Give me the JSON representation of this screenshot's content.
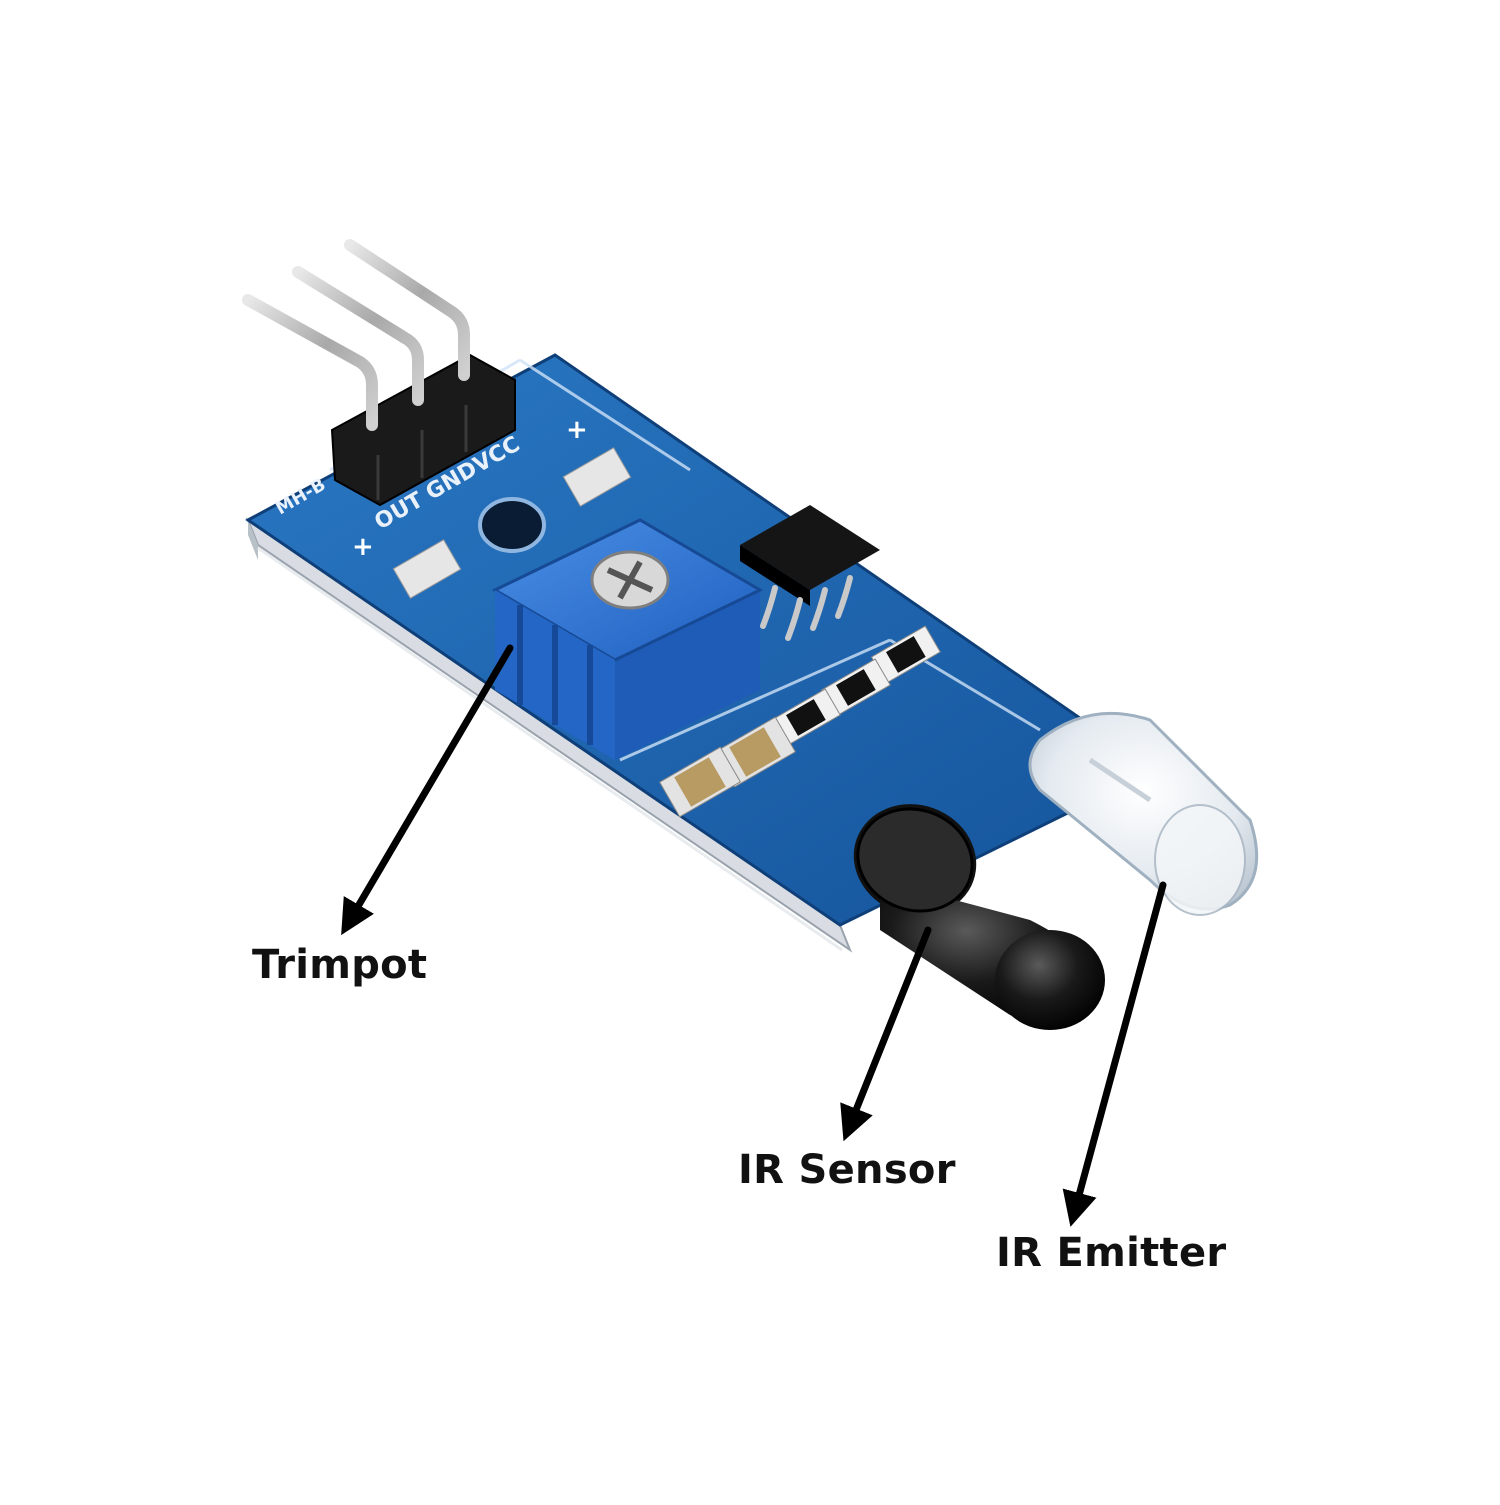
{
  "diagram": {
    "board_silkscreen": {
      "pins": "OUT GNDVCC",
      "model": "MH-B",
      "plus_left": "+",
      "plus_right": "+"
    },
    "callouts": [
      {
        "id": "trimpot",
        "label": "Trimpot"
      },
      {
        "id": "ir-sensor",
        "label": "IR Sensor"
      },
      {
        "id": "ir-emitter",
        "label": "IR Emitter"
      }
    ]
  },
  "colors": {
    "pcb_blue": "#1d64b0",
    "trimpot_blue": "#2b73d4",
    "header_black": "#1a1a1a",
    "arrow": "#000000"
  }
}
